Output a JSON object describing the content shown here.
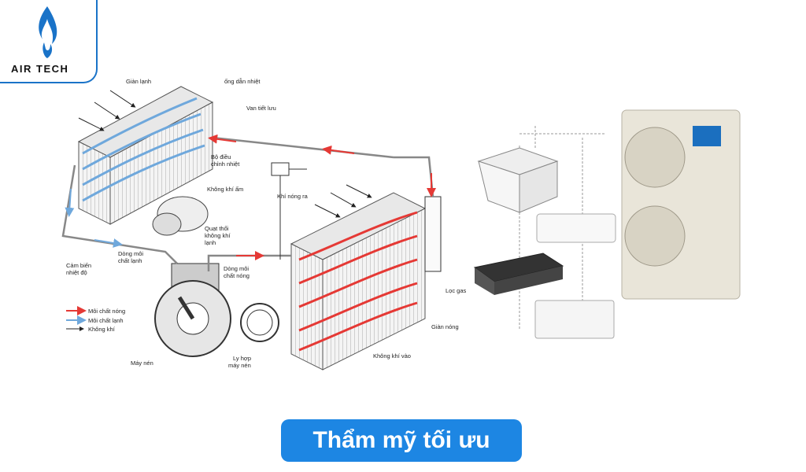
{
  "brand": {
    "name": "AIR TECH"
  },
  "caption": "Thẩm mỹ tối ưu",
  "labels": {
    "evaporator": "Giàn lạnh",
    "pipe": "ống dẫn nhiệt",
    "valve": "Van tiết lưu",
    "thermostat_1": "Bộ điều",
    "thermostat_2": "chỉnh nhiệt",
    "warm_air": "Không khí ấm",
    "fan_1": "Quạt thổi",
    "fan_2": "không khí",
    "fan_3": "lạnh",
    "hot_air_out": "Khí nóng ra",
    "sensor_1": "Cảm biến",
    "sensor_2": "nhiệt độ",
    "cold_flow_1": "Dòng môi",
    "cold_flow_2": "chất lạnh",
    "hot_flow_1": "Dòng môi",
    "hot_flow_2": "chất nóng",
    "filter": "Lọc gas",
    "condenser": "Giàn nóng",
    "air_in": "Không khí vào",
    "compressor": "Máy nén",
    "clutch_1": "Ly hợp",
    "clutch_2": "máy nén"
  },
  "legend": [
    {
      "label": "Môi chất nóng",
      "color": "#e53935"
    },
    {
      "label": "Môi chất lạnh",
      "color": "#6fa8dc"
    },
    {
      "label": "Không khí",
      "color": "#222222"
    }
  ],
  "colors": {
    "accent": "#1d86e3",
    "hot": "#e53935",
    "cold": "#6fa8dc"
  }
}
